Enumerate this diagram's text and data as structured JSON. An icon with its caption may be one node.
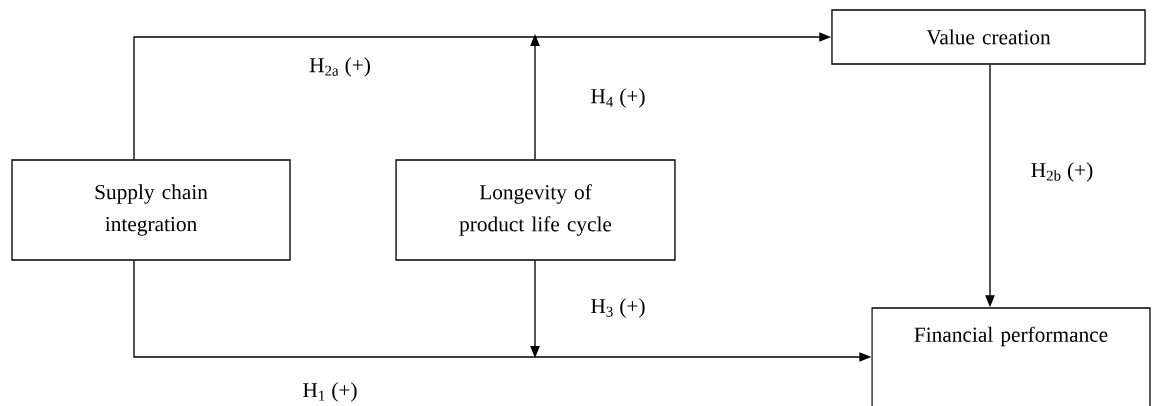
{
  "diagram": {
    "nodes": [
      {
        "text": [
          "Supply chain integration"
        ]
      },
      {
        "text": [
          "Longevity of product life cycle"
        ]
      },
      {
        "text": [
          "Value creation"
        ]
      },
      {
        "text": [
          "Financial performance"
        ]
      }
    ],
    "edges": [
      {
        "from": 0,
        "to": 2,
        "arrow": "to",
        "label": "H$_{2a}$ (+)"
      },
      {
        "from": 0,
        "to": 3,
        "arrow": "to",
        "label": "H$_{1}$ (+)"
      },
      {
        "from": 1,
        "to": null,
        "arrow": "to",
        "label": "H$_{4}$ (+)"
      },
      {
        "from": 1,
        "to": null,
        "arrow": "to",
        "label": "H$_{3}$ (+)"
      },
      {
        "from": 2,
        "to": 3,
        "arrow": "to",
        "label": "H$_{2b}$ (+)"
      }
    ]
  }
}
